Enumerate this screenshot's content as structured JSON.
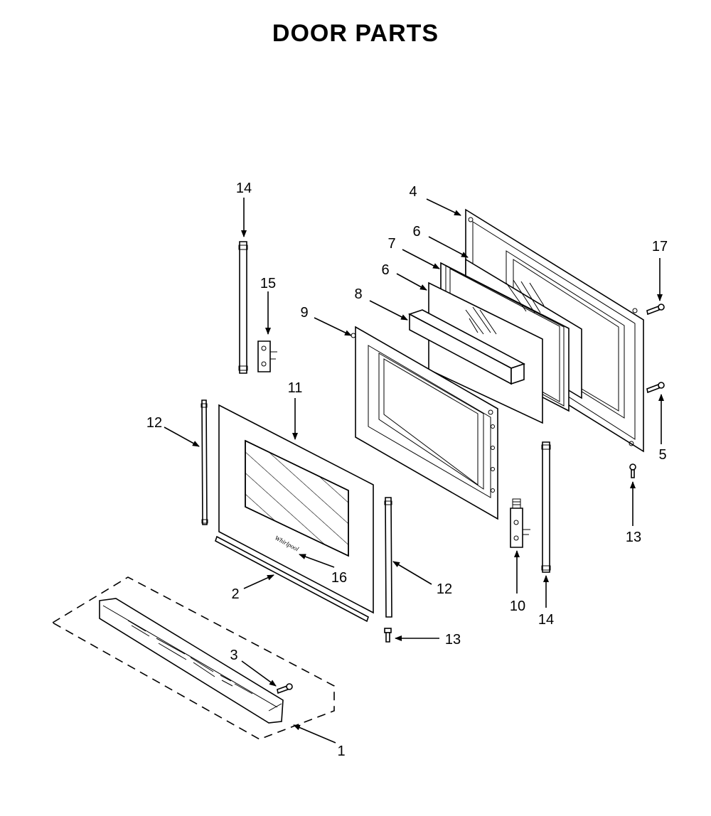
{
  "title": "DOOR PARTS",
  "callouts": {
    "c1": "1",
    "c2": "2",
    "c3": "3",
    "c4": "4",
    "c5": "5",
    "c6a": "6",
    "c6b": "6",
    "c7": "7",
    "c8": "8",
    "c9": "9",
    "c10": "10",
    "c11": "11",
    "c12a": "12",
    "c12b": "12",
    "c13a": "13",
    "c13b": "13",
    "c14a": "14",
    "c14b": "14",
    "c15": "15",
    "c16": "16",
    "c17": "17"
  }
}
